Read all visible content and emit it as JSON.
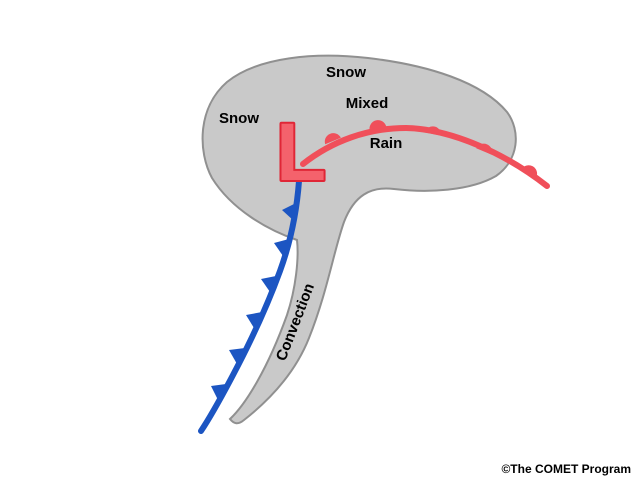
{
  "labels": {
    "snow_top": "Snow",
    "snow_left": "Snow",
    "mixed": "Mixed",
    "rain": "Rain",
    "convection": "Convection",
    "low": "L"
  },
  "credit": "©The COMET Program",
  "colors": {
    "background": "#ffffff",
    "shield_fill": "#c9c9c9",
    "shield_stroke": "#909090",
    "warm_front": "#f04f5a",
    "cold_front": "#1c55c2",
    "low_fill": "#f4626c",
    "low_stroke": "#e02636",
    "text": "#000000"
  }
}
